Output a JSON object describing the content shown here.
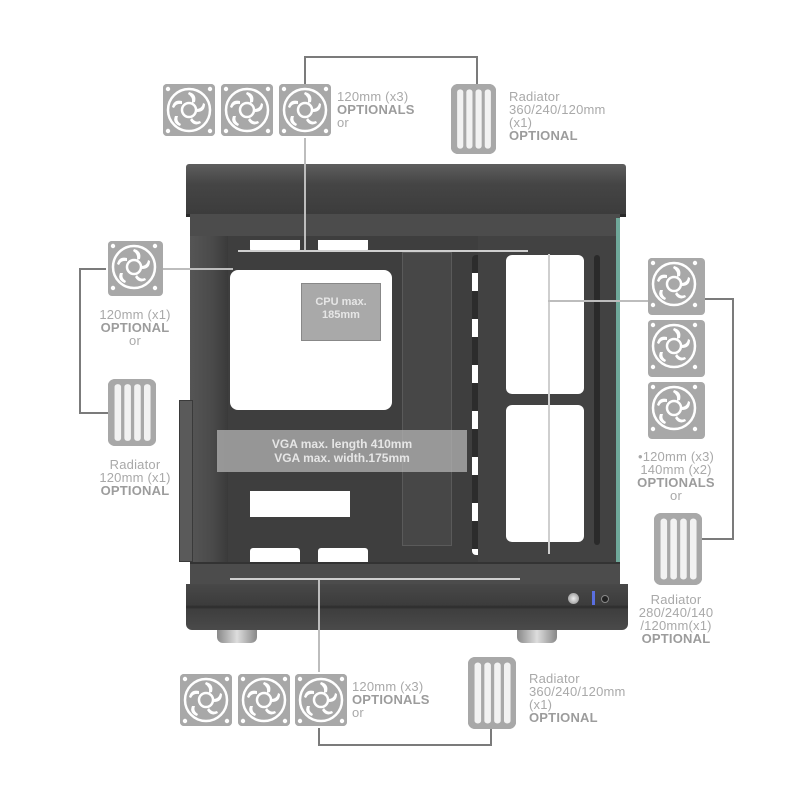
{
  "diagram": {
    "title": "PC case fan and radiator mounting options",
    "top": {
      "fans": {
        "count": 3,
        "label_line1": "120mm (x3)",
        "label_line2": "OPTIONALS",
        "label_line3": "or"
      },
      "radiator": {
        "line1": "Radiator",
        "line2": "360/240/120mm",
        "line3": "(x1)",
        "line4": "OPTIONAL"
      }
    },
    "rear": {
      "fan": {
        "count": 1,
        "label_line1": "120mm (x1)",
        "label_line2": "OPTIONAL",
        "label_line3": "or"
      },
      "radiator": {
        "line1": "Radiator",
        "line2": "120mm (x1)",
        "line3": "OPTIONAL"
      }
    },
    "side": {
      "fans": {
        "count": 3,
        "label_line1": "•120mm (x3)",
        "label_line2": "140mm (x2)",
        "label_line3": "OPTIONALS",
        "label_line4": "or"
      },
      "radiator": {
        "line1": "Radiator",
        "line2": "280/240/140",
        "line3": "/120mm(x1)",
        "line4": "OPTIONAL"
      }
    },
    "bottom": {
      "fans": {
        "count": 3,
        "label_line1": "120mm (x3)",
        "label_line2": "OPTIONALS",
        "label_line3": "or"
      },
      "radiator": {
        "line1": "Radiator",
        "line2": "360/240/120mm",
        "line3": "(x1)",
        "line4": "OPTIONAL"
      }
    },
    "case_annotations": {
      "cpu": {
        "line1": "CPU max.",
        "line2": "185mm"
      },
      "vga": {
        "line1": "VGA max. length 410mm",
        "line2": "VGA max. width.175mm"
      }
    },
    "colors": {
      "icon_gray": "#a8a8a8",
      "text_gray": "#a9a9a9",
      "connector_line": "#7b7b7b",
      "case_dark": "#3c3c3c",
      "case_mid": "#4a4a4a",
      "glass_edge": "#6fa89a",
      "io_led": "#5a6fe0"
    }
  }
}
